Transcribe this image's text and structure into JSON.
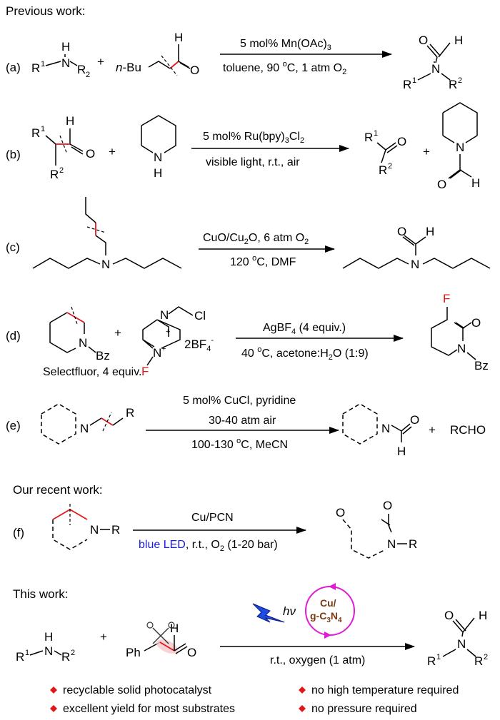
{
  "headers": {
    "previous": "Previous work:",
    "recent": "Our recent work:",
    "this": "This work:"
  },
  "rows": {
    "a": {
      "label": "(a)",
      "cond_top": "5 mol% Mn(OAc)",
      "cond_top_sub": "3",
      "cond_bot": "toluene, 90 ",
      "cond_bot_sup": "o",
      "cond_bot_2": "C, 1 atm O",
      "cond_bot_sub": "2",
      "plus": "+",
      "nbu": "n",
      "nbu2": "-Bu"
    },
    "b": {
      "label": "(b)",
      "cond_top": "5 mol% Ru(bpy)",
      "cond_top_sub": "3",
      "cond_top_2": "Cl",
      "cond_top_sub2": "2",
      "cond_bot": "visible light, r.t., air",
      "plus1": "+",
      "plus2": "+"
    },
    "c": {
      "label": "(c)",
      "cond_top": "CuO/Cu",
      "cond_top_sub": "2",
      "cond_top_2": "O, 6 atm O",
      "cond_top_sub2": "2",
      "cond_bot": "120 ",
      "cond_bot_sup": "o",
      "cond_bot_2": "C, DMF"
    },
    "d": {
      "label": "(d)",
      "cond_top": "AgBF",
      "cond_top_sub": "4",
      "cond_top_2": " (4 equiv.)",
      "cond_bot": "40 ",
      "cond_bot_sup": "o",
      "cond_bot_2": "C, acetone:H",
      "cond_bot_sub": "2",
      "cond_bot_3": "O (1:9)",
      "reagent_note": "Selectfluor, 4 equiv.",
      "salt": "2BF",
      "salt_sub": "4",
      "salt_sup": "-",
      "plus": "+",
      "bz": "Bz",
      "cl": "Cl"
    },
    "e": {
      "label": "(e)",
      "cond_1": "5 mol% CuCl, pyridine",
      "cond_2": "30-40 atm air",
      "cond_3": "100-130 ",
      "cond_3_sup": "o",
      "cond_3b": "C, MeCN",
      "plus": "+",
      "side_product": "RCHO"
    },
    "f": {
      "label": "(f)",
      "cond_top": "Cu/PCN",
      "cond_bot_blue": "blue LED",
      "cond_bot_rest": ", r.t.,  O",
      "cond_bot_sub": "2",
      "cond_bot_tail": " (1-20 bar)"
    },
    "g": {
      "cond_bot": "r.t., oxygen (1 atm)",
      "hv": "hν",
      "cat_1": "Cu/",
      "cat_2": "g-C",
      "cat_2_sub": "3",
      "cat_2b": "N",
      "cat_2_sub2": "4",
      "plus": "+",
      "ph": "Ph"
    }
  },
  "features": [
    "recyclable solid  photocatalyst",
    "no high temperature required",
    "excellent yield for most substrates",
    "no pressure required"
  ],
  "colors": {
    "accent_red": "#e0171b",
    "blue_led": "#1a1ae6",
    "magenta": "#e01bd8",
    "catalyst_brown": "#7a3a12",
    "bolt_blue": "#1f4ae0"
  }
}
